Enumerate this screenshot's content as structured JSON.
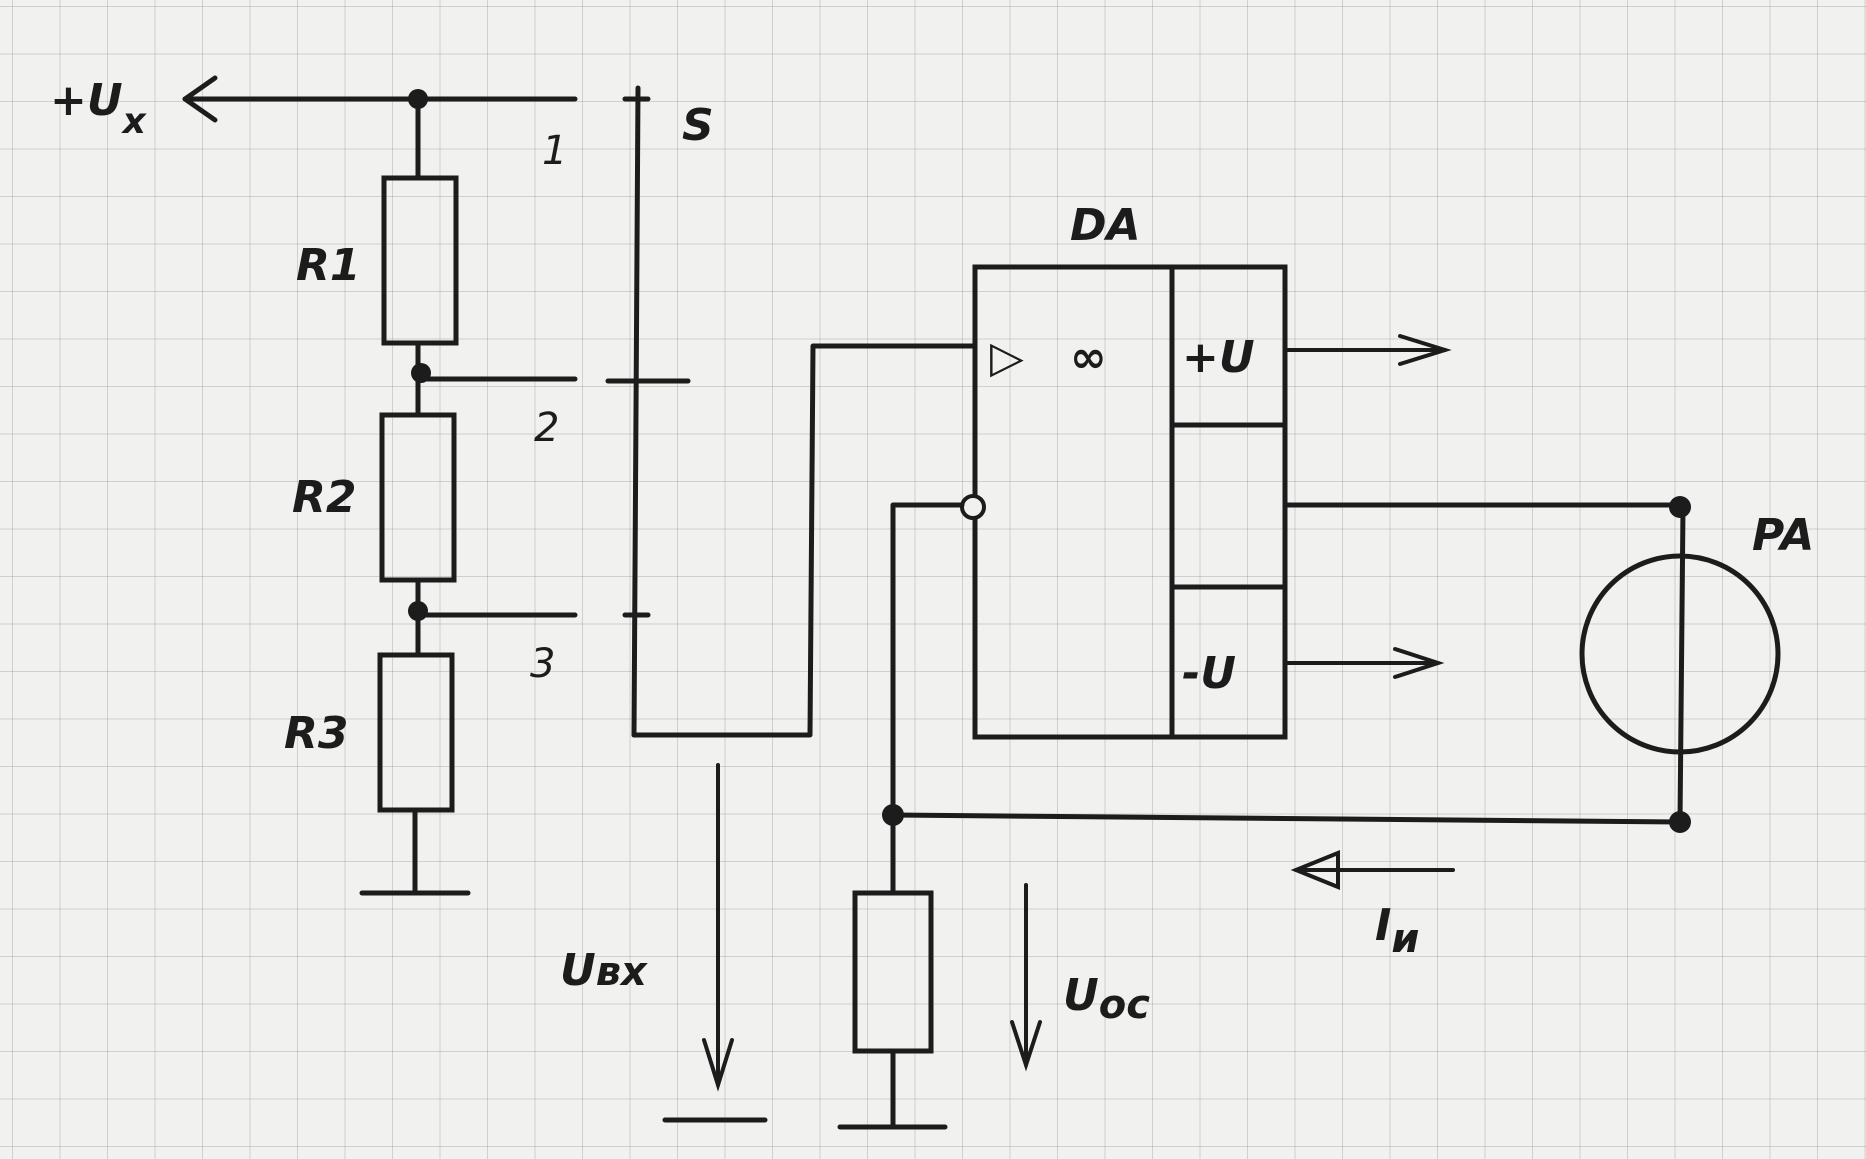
{
  "labels": {
    "ux_main": "+U",
    "ux_sub": "x",
    "switch": "S",
    "tap_1": "1",
    "tap_2": "2",
    "tap_3": "3",
    "r1": "R1",
    "r2": "R2",
    "r3": "R3",
    "opamp": "DA",
    "opamp_symbol_triangle": "▷",
    "opamp_symbol_gain": "∞",
    "supply_pos": "+U",
    "supply_neg": "-U",
    "meter": "PA",
    "u_in_main": "U",
    "u_in_sub": "вх",
    "u_fb_main": "U",
    "u_fb_sub": "ос",
    "i_main": "I",
    "i_sub": "и"
  }
}
